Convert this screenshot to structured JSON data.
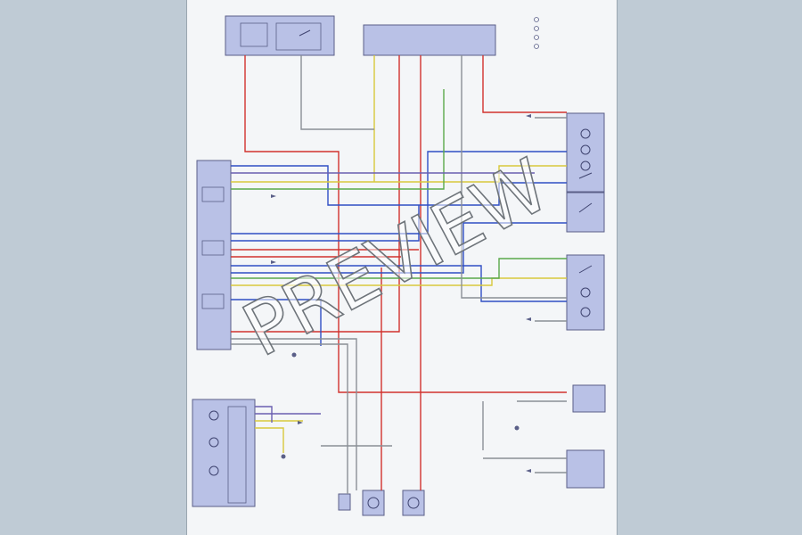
{
  "watermark": {
    "text": "PREVIEW"
  },
  "colors": {
    "background": "#bfcbd5",
    "sheet": "#f4f6f8",
    "module_fill": "#b9c1e6",
    "module_stroke": "#5a5f88",
    "wire_red": "#d2322d",
    "wire_blue": "#2f4fc4",
    "wire_yellow": "#d8c93c",
    "wire_green": "#5aa84a",
    "wire_gray": "#8a8f96",
    "wire_purple": "#6a5fb0"
  },
  "modules": [
    {
      "id": "fuse-box-left"
    },
    {
      "id": "fuse-box-right"
    },
    {
      "id": "climate-control-module"
    },
    {
      "id": "mirror-switch-upper"
    },
    {
      "id": "mirror-switch-lower"
    },
    {
      "id": "door-switch-pack"
    },
    {
      "id": "window-motor-rear"
    },
    {
      "id": "right-connector-top"
    },
    {
      "id": "right-connector-bottom"
    },
    {
      "id": "mirror-motor-left"
    },
    {
      "id": "mirror-motor-right"
    },
    {
      "id": "small-connector"
    }
  ],
  "legend": {
    "items": [
      {
        "icon": "legend-circle-icon"
      },
      {
        "icon": "legend-circle-icon"
      },
      {
        "icon": "legend-circle-icon"
      },
      {
        "icon": "legend-circle-icon"
      }
    ]
  }
}
